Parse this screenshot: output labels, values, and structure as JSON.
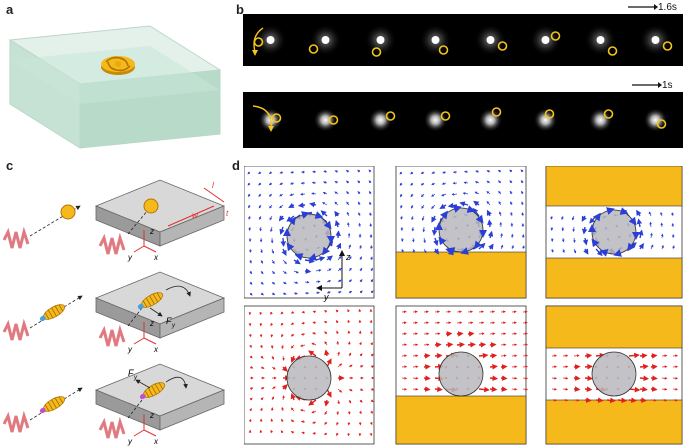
{
  "panels": {
    "a": {
      "label": "a"
    },
    "b": {
      "label": "b",
      "row1_time": "1.6s",
      "row2_time": "1s"
    },
    "c": {
      "label": "c",
      "dims": {
        "length": "l",
        "width": "w",
        "thickness": "t"
      },
      "axes": {
        "z": "z",
        "x": "x",
        "y": "y"
      },
      "force_label_1": "F",
      "force_sub": "y",
      "force_label_2": "F"
    },
    "d": {
      "label": "d",
      "axes": {
        "z": "z",
        "y": "y"
      }
    }
  },
  "colors": {
    "water": "#cfe8dc",
    "gold": "#f5b91c",
    "blue_arrow": "#2b3fd6",
    "red_arrow": "#e0201e",
    "sphere_gray": "#b9b9bd",
    "wave": "#e07a80"
  }
}
